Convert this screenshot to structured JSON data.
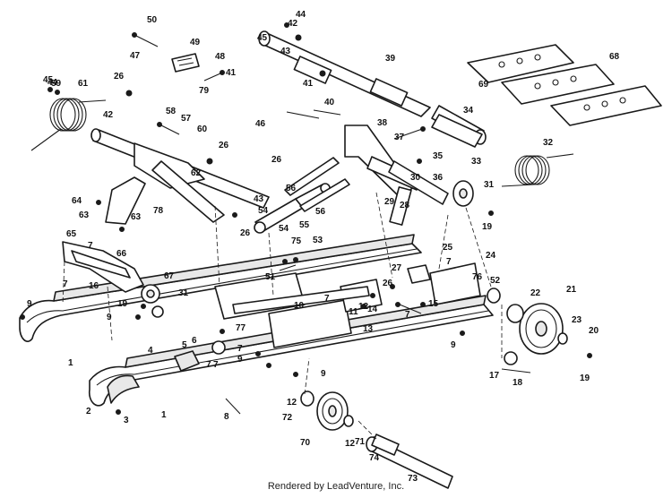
{
  "footer": "Rendered by LeadVenture, Inc.",
  "callouts": [
    "1",
    "1",
    "2",
    "3",
    "4",
    "5",
    "6",
    "7",
    "7",
    "7",
    "7",
    "7",
    "7",
    "7",
    "7",
    "8",
    "9",
    "9",
    "9",
    "9",
    "9",
    "10",
    "11",
    "12",
    "12",
    "12",
    "13",
    "14",
    "15",
    "16",
    "17",
    "18",
    "19",
    "19",
    "19",
    "20",
    "21",
    "22",
    "23",
    "24",
    "25",
    "26",
    "26",
    "26",
    "26",
    "26",
    "27",
    "28",
    "29",
    "30",
    "31",
    "31",
    "32",
    "33",
    "34",
    "35",
    "36",
    "37",
    "38",
    "39",
    "40",
    "41",
    "41",
    "42",
    "42",
    "43",
    "43",
    "44",
    "44",
    "45",
    "45",
    "46",
    "47",
    "48",
    "49",
    "50",
    "51",
    "52",
    "53",
    "54",
    "54",
    "55",
    "56",
    "56",
    "57",
    "58",
    "59",
    "60",
    "61",
    "62",
    "63",
    "63",
    "64",
    "65",
    "66",
    "67",
    "68",
    "69",
    "70",
    "71",
    "72",
    "73",
    "74",
    "75",
    "76",
    "77",
    "78",
    "79"
  ]
}
